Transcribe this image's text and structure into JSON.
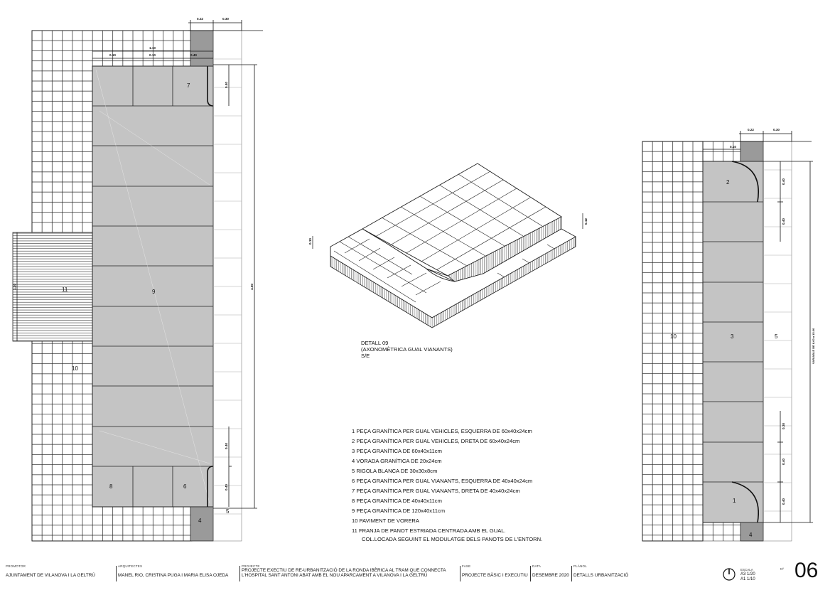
{
  "labels": {
    "n1": "1",
    "n2": "2",
    "n3": "3",
    "n4": "4",
    "n5": "5",
    "n6": "6",
    "n7": "7",
    "n8": "8",
    "n9": "9",
    "n10": "10",
    "n11": "11"
  },
  "dims": {
    "d022": "0.22",
    "d030": "0.30",
    "d010": "0.10",
    "d040": "0.40",
    "d460": "4.60",
    "d110": "1.10",
    "d012": "0.12",
    "var": "VARIABLE DE 6.00 a 15.00"
  },
  "caption": {
    "line1": "DETALL 09",
    "line2": "(AXONOMÈTRICA GUAL VIANANTS)",
    "line3": "S/E"
  },
  "legend": [
    "1  PEÇA GRANÍTICA PER GUAL VEHICLES, ESQUERRA DE 60x40x24cm",
    "2  PEÇA GRANÍTICA PER GUAL VEHICLES, DRETA DE 60x40x24cm",
    "3  PEÇA GRANÍTICA DE 60x40x11cm",
    "4  VORADA GRANÍTICA DE 20x24cm",
    "5  RIGOLA BLANCA DE 30x30x8cm",
    "6  PEÇA GRANÍTICA PER GUAL VIANANTS, ESQUERRA DE 40x40x24cm",
    "7  PEÇA GRANÍTICA PER GUAL VIANANTS, DRETA DE 40x40x24cm",
    "8  PEÇA GRANÍTICA DE 40x40x11cm",
    "9  PEÇA GRANÍTICA DE 120x40x11cm",
    "10  PAVIMENT DE VORERA",
    "11  FRANJA DE PANOT ESTRIADA CENTRADA AMB EL GUAL."
  ],
  "legend_cont": "COL.LOCADA SEGUINT EL MODULATGE DELS PANOTS DE L'ENTORN.",
  "titleblock": {
    "promotor_label": "PROMOTOR",
    "promotor": "AJUNTAMENT DE VILANOVA I LA GELTRÚ",
    "arquitectes_label": "ARQUITECTES",
    "arquitectes": "MANEL RIO, CRISTINA PUGA I MARIA ELISA OJEDA",
    "projecte_label": "PROJECTE",
    "projecte1": "PROJECTE EXECTIU DE RE-URBANITZACIÓ DE LA RONDA IBÈRICA AL TRAM QUE CONNECTA",
    "projecte2": "L'HOSPITAL SANT ANTONI ABAT AMB EL NOU APARCAMENT A VILANOVA I LA GELTRÚ",
    "fase_label": "FASE",
    "fase": "PROJECTE BÀSIC I EXECUTIU",
    "data_label": "DATA",
    "data": "DESEMBRE 2020",
    "planol_label": "PLÀNOL",
    "planol": "DETALLS URBANITZACIÓ",
    "escala_label": "ESCALA",
    "escala1": "A3   1/20",
    "escala2": "A1   1/10",
    "num_label": "Nº",
    "sheet": "06"
  }
}
